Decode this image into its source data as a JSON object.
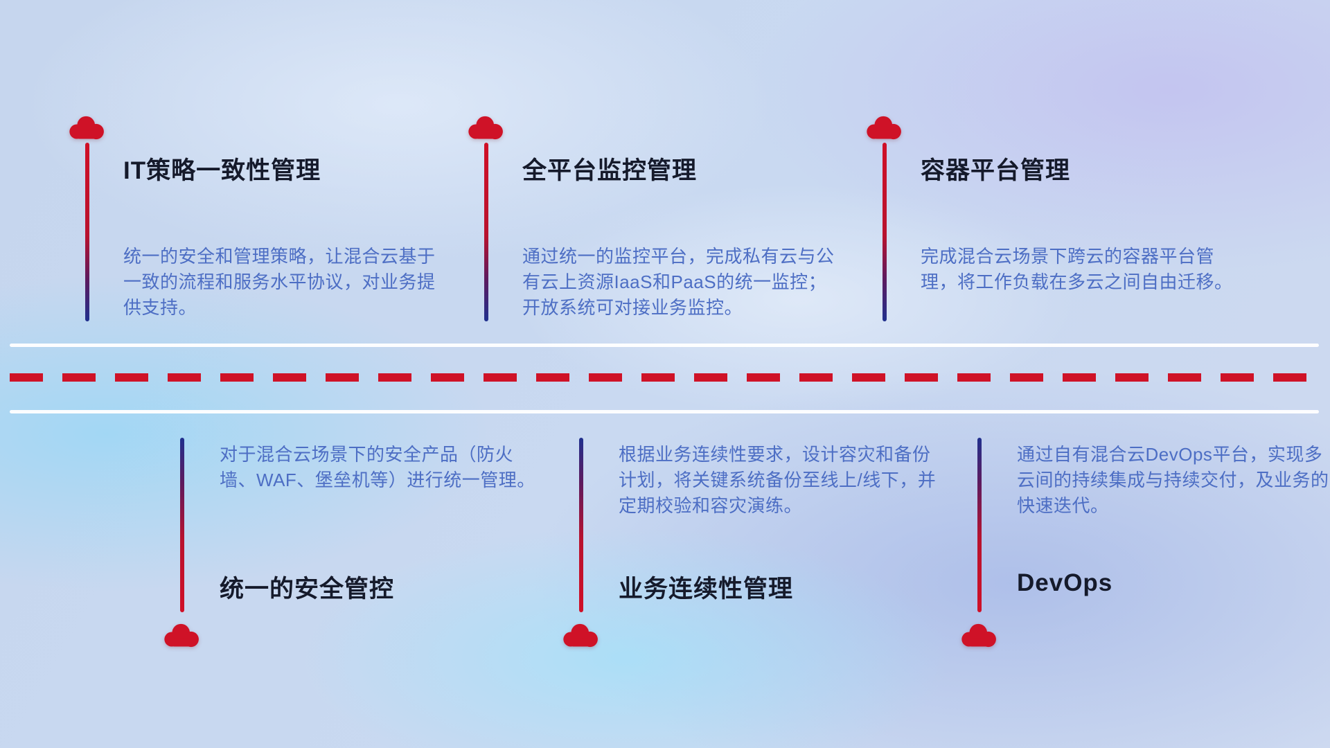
{
  "colors": {
    "accent_red": "#cf1227",
    "stem_navy": "#24318f",
    "title_text": "#151a2b",
    "description_text": "#4d6ec4",
    "divider_white": "#ffffff"
  },
  "divider": {
    "style": "two solid white lines with red dashed line between"
  },
  "items": [
    {
      "id": "it-policy",
      "row": "top",
      "icon": "cloud-icon",
      "title": "IT策略一致性管理",
      "desc": "统一的安全和管理策略，让混合云基于一致的流程和服务水平协议，对业务提供支持。"
    },
    {
      "id": "platform-monitoring",
      "row": "top",
      "icon": "cloud-icon",
      "title": "全平台监控管理",
      "desc": "通过统一的监控平台，完成私有云与公有云上资源IaaS和PaaS的统一监控；开放系统可对接业务监控。"
    },
    {
      "id": "container-platform",
      "row": "top",
      "icon": "cloud-icon",
      "title": "容器平台管理",
      "desc": "完成混合云场景下跨云的容器平台管理，将工作负载在多云之间自由迁移。"
    },
    {
      "id": "unified-security",
      "row": "bottom",
      "icon": "cloud-icon",
      "title": "统一的安全管控",
      "desc": "对于混合云场景下的安全产品（防火墙、WAF、堡垒机等）进行统一管理。"
    },
    {
      "id": "business-continuity",
      "row": "bottom",
      "icon": "cloud-icon",
      "title": "业务连续性管理",
      "desc": "根据业务连续性要求，设计容灾和备份计划，将关键系统备份至线上/线下，并定期校验和容灾演练。"
    },
    {
      "id": "devops",
      "row": "bottom",
      "icon": "cloud-icon",
      "title": "DevOps",
      "desc": "通过自有混合云DevOps平台，实现多云间的持续集成与持续交付，及业务的快速迭代。"
    }
  ]
}
